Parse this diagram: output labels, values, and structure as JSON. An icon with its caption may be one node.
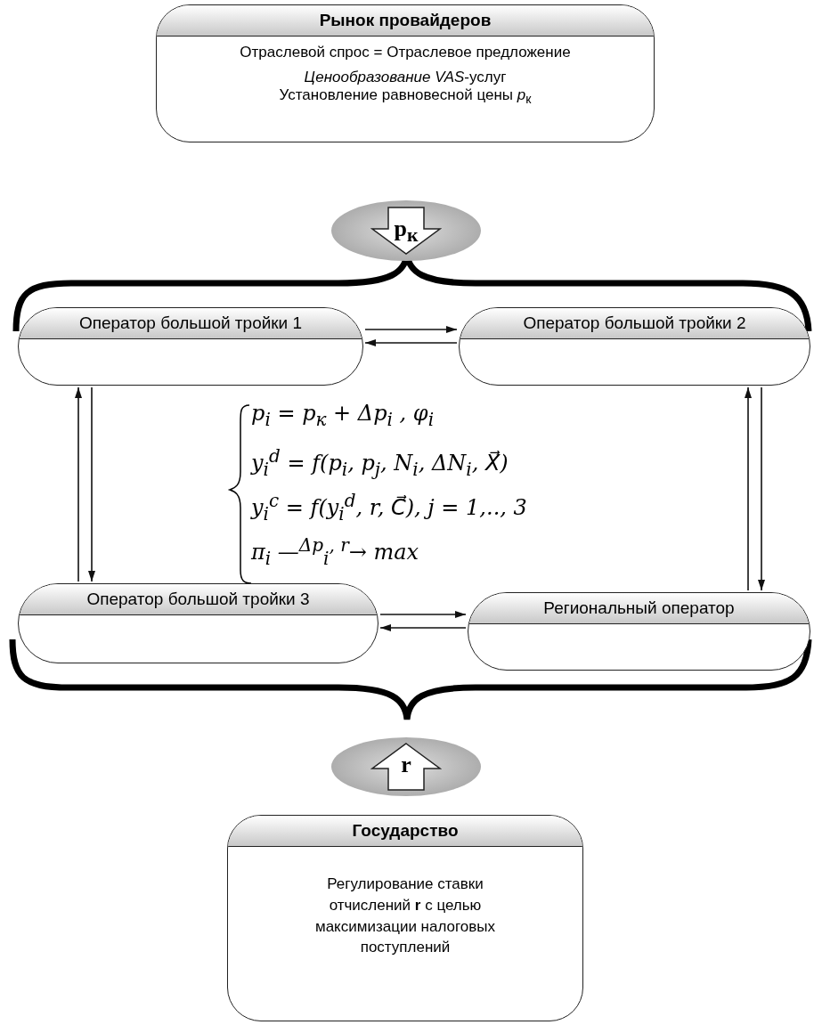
{
  "diagram": {
    "nodes": [
      {
        "text": [
          "Рынок провайдеров",
          "Отраслевой спрос = Отраслевое предложение",
          "*Ценообразование* *VAS*-услуг Установление равновесной цены *p*$_{к}$"
        ]
      },
      {
        "text": [
          "p$_{к}$"
        ]
      },
      {
        "text": [
          "Оператор большой тройки 1"
        ]
      },
      {
        "text": [
          "Оператор большой тройки 2"
        ]
      },
      {
        "text": [
          "Оператор большой тройки 3"
        ]
      },
      {
        "text": [
          "Региональный оператор"
        ]
      },
      {
        "text": [
          "r"
        ]
      },
      {
        "text": [
          "Государство",
          "Регулирование ставки отчислений **r** с целью максимизации налоговых поступлений"
        ]
      }
    ],
    "edges": [
      {
        "from": 2,
        "to": 3,
        "arrow": "to"
      },
      {
        "from": 3,
        "to": 2,
        "arrow": "to"
      },
      {
        "from": 4,
        "to": 2,
        "arrow": "to"
      },
      {
        "from": 2,
        "to": 4,
        "arrow": "to"
      },
      {
        "from": 5,
        "to": 3,
        "arrow": "to"
      },
      {
        "from": 3,
        "to": 5,
        "arrow": "to"
      },
      {
        "from": 4,
        "to": 5,
        "arrow": "to"
      },
      {
        "from": 5,
        "to": 4,
        "arrow": "to"
      }
    ],
    "labels": [
      "p$_{i}$ = p$_{к}$ + Δp$_{i}$ , φ$_{i}$",
      "y$_{i}$$^{d}$ = f(p$_{i}$, p$_{j}$, N$_{i}$, ΔN$_{i}$, X⃗)",
      "y$_{i}$$^{c}$ = f(y$_{i}$$^{d}$, r, C⃗), j = 1,.., 3",
      "π$_{i}$ —$^{Δp}$$_{i}$$^{, r}$→ max"
    ]
  }
}
